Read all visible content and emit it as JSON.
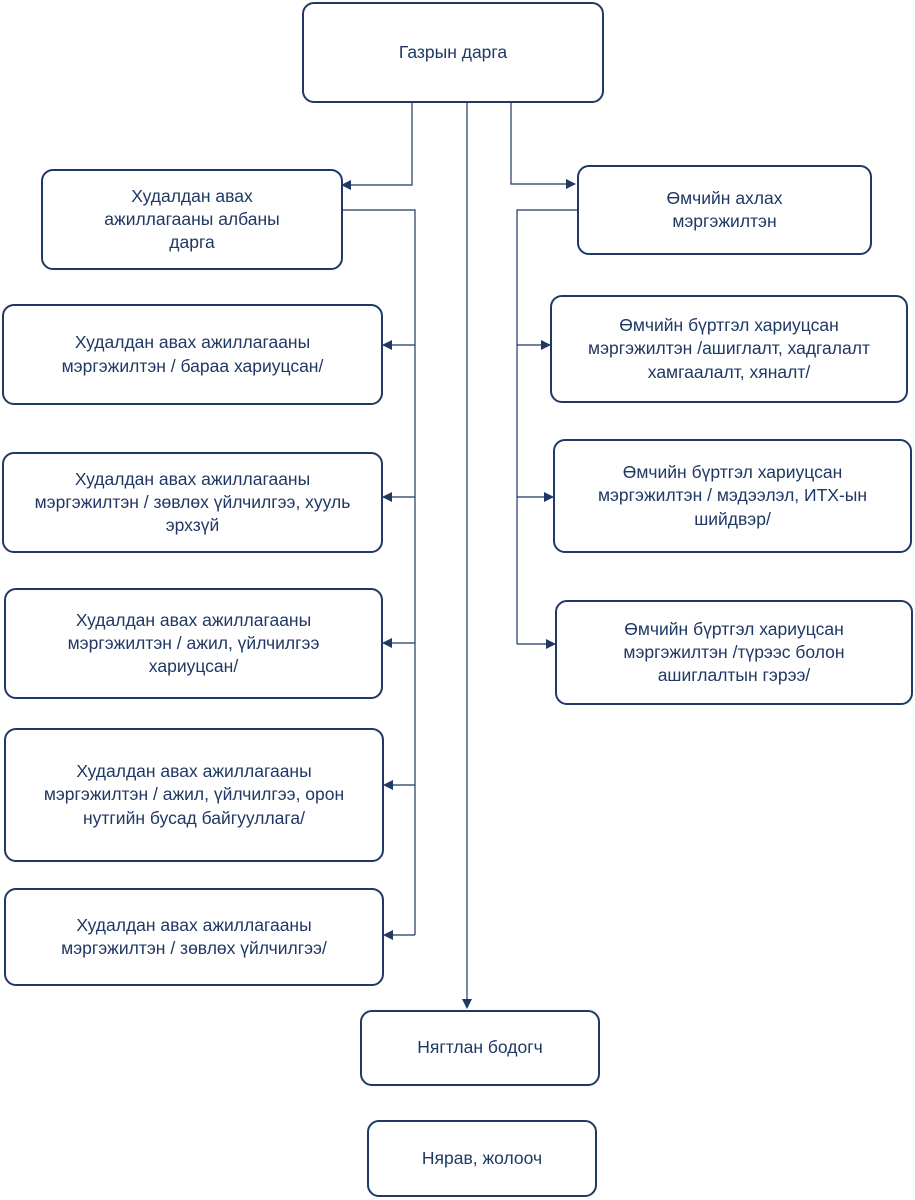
{
  "nodes": {
    "head": "Газрын дарга",
    "procurement_head": "Худалдан авах ажиллагааны албаны дарга",
    "proc_goods": "Худалдан авах ажиллагааны мэргэжилтэн / бараа хариуцсан/",
    "proc_legal": "Худалдан авах ажиллагааны мэргэжилтэн / зөвлөх үйлчилгээ, хууль эрхзүй",
    "proc_works": "Худалдан авах ажиллагааны мэргэжилтэн / ажил, үйлчилгээ хариуцсан/",
    "proc_local": "Худалдан авах ажиллагааны мэргэжилтэн / ажил, үйлчилгээ, орон нутгийн бусад байгууллага/",
    "proc_consult": "Худалдан авах ажиллагааны мэргэжилтэн / зөвлөх үйлчилгээ/",
    "property_chief": "Өмчийн ахлах мэргэжилтэн",
    "prop_use": "Өмчийн бүртгэл хариуцсан мэргэжилтэн /ашиглалт, хадгалалт хамгаалалт, хяналт/",
    "prop_info": "Өмчийн бүртгэл хариуцсан мэргэжилтэн / мэдээлэл, ИТХ-ын шийдвэр/",
    "prop_lease": "Өмчийн бүртгэл хариуцсан мэргэжилтэн /түрээс болон ашиглалтын гэрээ/",
    "accountant": "Нягтлан бодогч",
    "storekeeper": "Нярав, жолооч"
  },
  "colors": {
    "line": "#1f3864",
    "text": "#1f3864"
  }
}
